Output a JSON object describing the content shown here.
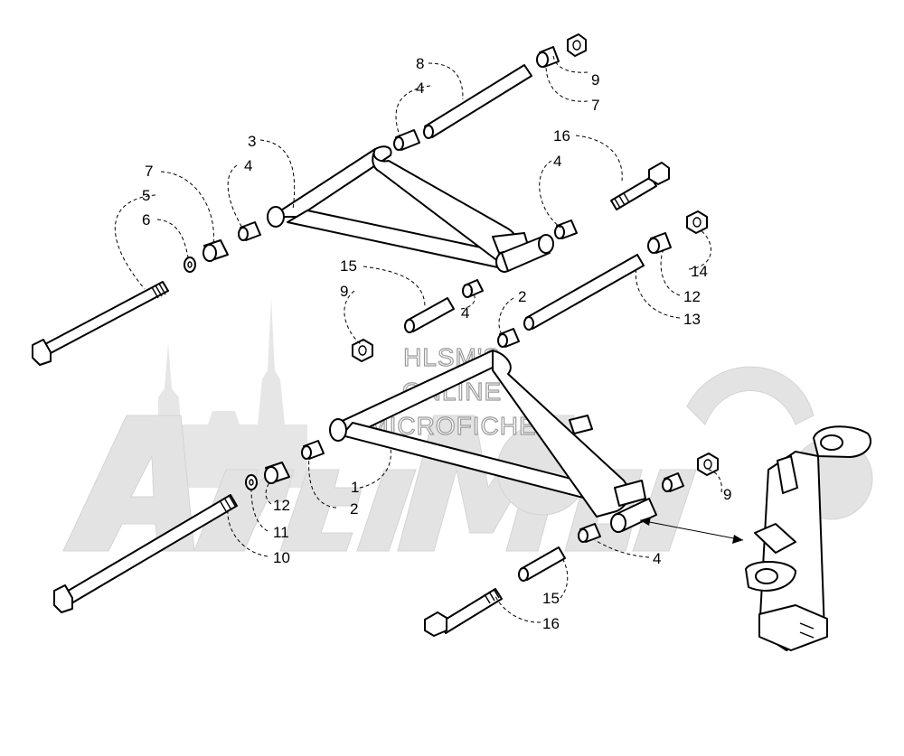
{
  "watermark": {
    "lines": [
      "HLSM'S",
      "ONLINE",
      "MICROFICHE"
    ],
    "logo_icon": "arcticcat-logo-watermark"
  },
  "callouts": [
    {
      "id": "c8",
      "label": "8"
    },
    {
      "id": "c4a",
      "label": "4"
    },
    {
      "id": "c9a",
      "label": "9"
    },
    {
      "id": "c7a",
      "label": "7"
    },
    {
      "id": "c3",
      "label": "3"
    },
    {
      "id": "c4b",
      "label": "4"
    },
    {
      "id": "c7b",
      "label": "7"
    },
    {
      "id": "c5",
      "label": "5"
    },
    {
      "id": "c6",
      "label": "6"
    },
    {
      "id": "c16a",
      "label": "16"
    },
    {
      "id": "c4c",
      "label": "4"
    },
    {
      "id": "c15a",
      "label": "15"
    },
    {
      "id": "c9b",
      "label": "9"
    },
    {
      "id": "c4d",
      "label": "4"
    },
    {
      "id": "c2a",
      "label": "2"
    },
    {
      "id": "c14",
      "label": "14"
    },
    {
      "id": "c12a",
      "label": "12"
    },
    {
      "id": "c13",
      "label": "13"
    },
    {
      "id": "c1",
      "label": "1"
    },
    {
      "id": "c12b",
      "label": "12"
    },
    {
      "id": "c2b",
      "label": "2"
    },
    {
      "id": "c11",
      "label": "11"
    },
    {
      "id": "c10",
      "label": "10"
    },
    {
      "id": "c9c",
      "label": "9"
    },
    {
      "id": "c4e",
      "label": "4"
    },
    {
      "id": "c15b",
      "label": "15"
    },
    {
      "id": "c16b",
      "label": "16"
    }
  ]
}
